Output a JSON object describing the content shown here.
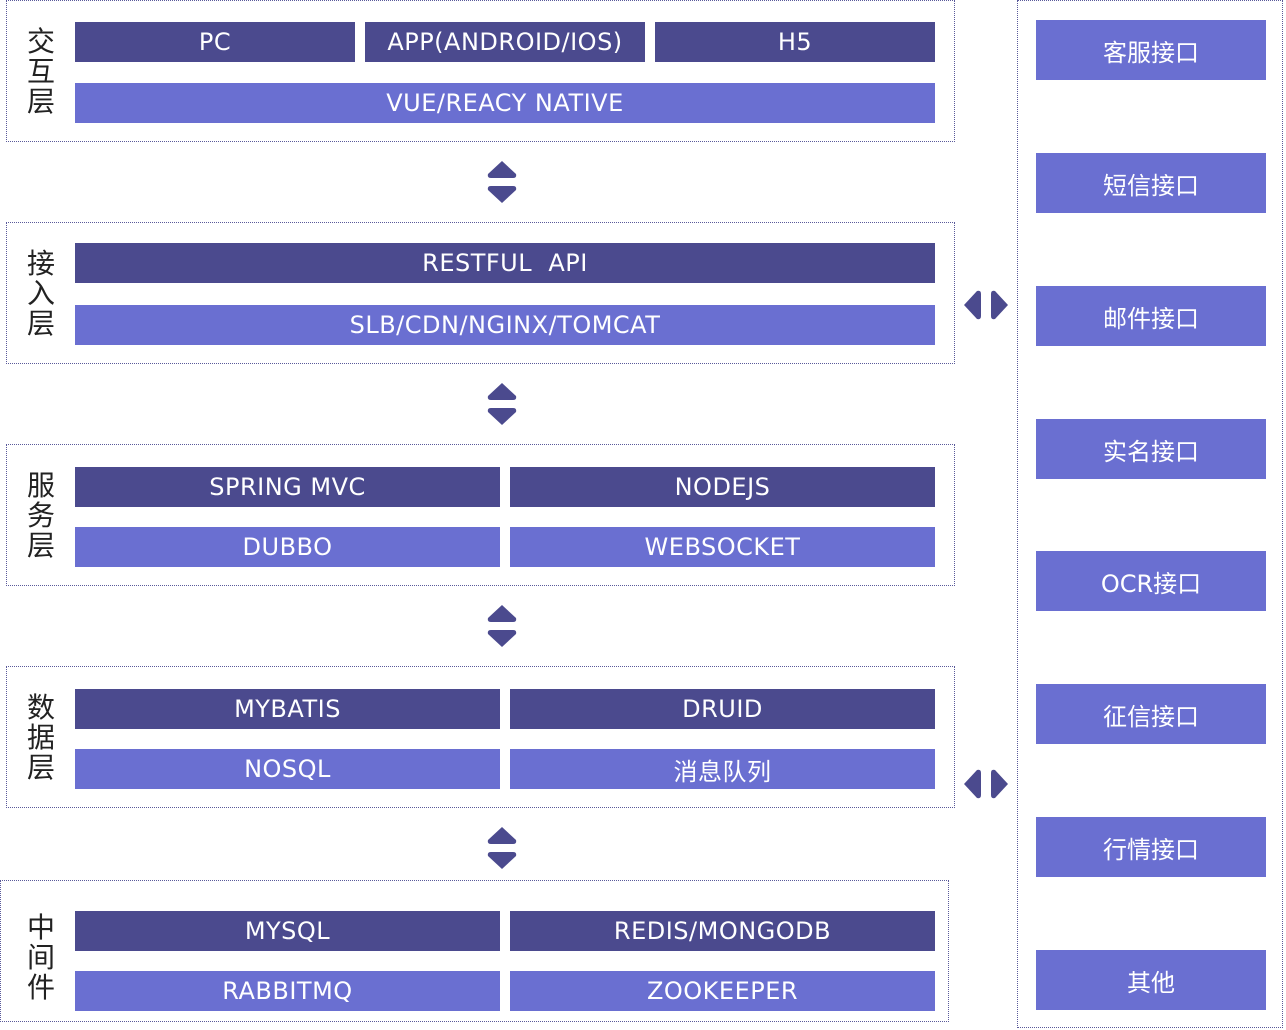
{
  "layers": {
    "interaction": {
      "title": "交互层",
      "row1": [
        "PC",
        "APP(ANDROID/IOS)",
        "H5"
      ],
      "row2": "VUE/REACY NATIVE"
    },
    "access": {
      "title": "接入层",
      "row1": "RESTFUL  API",
      "row2": "SLB/CDN/NGINX/TOMCAT"
    },
    "service": {
      "title": "服务层",
      "cells": [
        "SPRING MVC",
        "NODEJS",
        "DUBBO",
        "WEBSOCKET"
      ]
    },
    "data": {
      "title": "数据层",
      "cells": [
        "MYBATIS",
        "DRUID",
        "NOSQL",
        "消息队列"
      ]
    },
    "middleware": {
      "title": "中间件",
      "cells": [
        "MYSQL",
        "REDIS/MONGODB",
        "RABBITMQ",
        "ZOOKEEPER"
      ]
    }
  },
  "interfaces": [
    "客服接口",
    "短信接口",
    "邮件接口",
    "实名接口",
    "OCR接口",
    "征信接口",
    "行情接口",
    "其他"
  ],
  "colors": {
    "dark_bar": "#4b4a8e",
    "light_bar": "#6a6fd1",
    "arrow": "#4b4a8e",
    "border": "#5a5a9a"
  },
  "icons": [
    "up-down-arrow-icon",
    "left-right-arrow-icon"
  ]
}
